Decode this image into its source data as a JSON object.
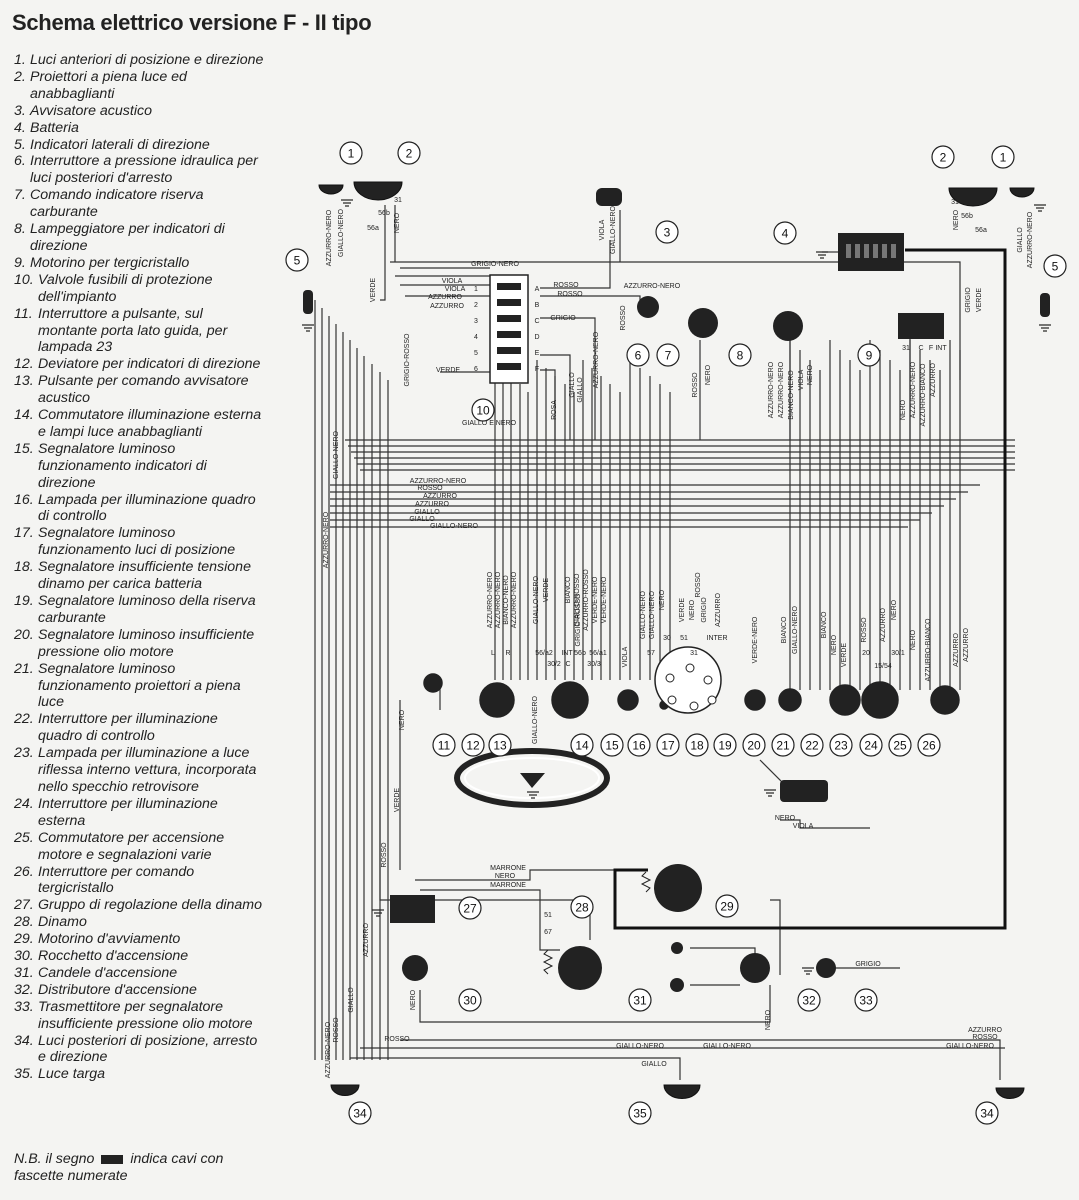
{
  "title": "Schema elettrico versione F - II tipo",
  "legend": [
    {
      "n": "1.",
      "t": "Luci anteriori di posizione e direzione"
    },
    {
      "n": "2.",
      "t": "Proiettori a piena luce ed anabbaglianti"
    },
    {
      "n": "3.",
      "t": "Avvisatore acustico"
    },
    {
      "n": "4.",
      "t": "Batteria"
    },
    {
      "n": "5.",
      "t": "Indicatori laterali di direzione"
    },
    {
      "n": "6.",
      "t": "Interruttore a pressione idraulica per luci posteriori d'arresto"
    },
    {
      "n": "7.",
      "t": "Comando indicatore riserva carburante"
    },
    {
      "n": "8.",
      "t": "Lampeggiatore per indicatori di direzione"
    },
    {
      "n": "9.",
      "t": "Motorino per tergicristallo"
    },
    {
      "n": "10.",
      "t": "Valvole fusibili di protezione dell'impianto"
    },
    {
      "n": "11.",
      "t": "Interruttore a pulsante, sul montante porta lato guida, per lampada 23"
    },
    {
      "n": "12.",
      "t": "Deviatore per indicatori di direzione"
    },
    {
      "n": "13.",
      "t": "Pulsante per comando avvisatore acustico"
    },
    {
      "n": "14.",
      "t": "Commutatore illuminazione esterna e lampi luce anabbaglianti"
    },
    {
      "n": "15.",
      "t": "Segnalatore luminoso funzionamento indicatori di direzione"
    },
    {
      "n": "16.",
      "t": "Lampada per illuminazione quadro di controllo"
    },
    {
      "n": "17.",
      "t": "Segnalatore luminoso funzionamento luci di posizione"
    },
    {
      "n": "18.",
      "t": "Segnalatore insufficiente tensione dinamo per carica batteria"
    },
    {
      "n": "19.",
      "t": "Segnalatore luminoso della riserva carburante"
    },
    {
      "n": "20.",
      "t": "Segnalatore luminoso insufficiente pressione olio motore"
    },
    {
      "n": "21.",
      "t": "Segnalatore luminoso funzionamento proiettori a piena luce"
    },
    {
      "n": "22.",
      "t": "Interruttore per illuminazione quadro di controllo"
    },
    {
      "n": "23.",
      "t": "Lampada per illuminazione a luce riflessa interno vettura, incorporata nello specchio retrovisore"
    },
    {
      "n": "24.",
      "t": "Interruttore per illuminazione esterna"
    },
    {
      "n": "25.",
      "t": "Commutatore per accensione motore e segnalazioni varie"
    },
    {
      "n": "26.",
      "t": "Interruttore per comando tergicristallo"
    },
    {
      "n": "27.",
      "t": "Gruppo di regolazione della dinamo"
    },
    {
      "n": "28.",
      "t": "Dinamo"
    },
    {
      "n": "29.",
      "t": "Motorino d'avviamento"
    },
    {
      "n": "30.",
      "t": "Rocchetto d'accensione"
    },
    {
      "n": "31.",
      "t": "Candele d'accensione"
    },
    {
      "n": "32.",
      "t": "Distributore d'accensione"
    },
    {
      "n": "33.",
      "t": "Trasmettitore per segnalatore insufficiente pressione olio motore"
    },
    {
      "n": "34.",
      "t": "Luci posteriori di posizione, arresto e direzione"
    },
    {
      "n": "35.",
      "t": "Luce targa"
    }
  ],
  "note": {
    "before": "N.B. il segno",
    "after": "indica cavi con fascette numerate"
  },
  "wire_labels": {
    "grigio_nero": "GRIGIO-NERO",
    "viola": "VIOLA",
    "azzurro": "AZZURRO",
    "rosso": "ROSSO",
    "grigio": "GRIGIO",
    "verde": "VERDE",
    "azzurro_nero": "AZZURRO-NERO",
    "giallo_nero": "GIALLO-NERO",
    "nero": "NERO",
    "marrone": "MARRONE",
    "giallo": "GIALLO",
    "giallo_e_nero": "GIALLO E NERO",
    "grigio_rosso": "GRIGIO-ROSSO",
    "bianco": "BIANCO",
    "rosa": "ROSA",
    "azzurro_bianco": "AZZURRO-BIANCO",
    "bianco_nero": "BIANCO-NERO",
    "verde_nero": "VERDE-NERO",
    "azzurro_rosso": "AZZURRO-ROSSO",
    "viola_nero": "VIOLA-NERO",
    "giallo_rosso": "GIALLO-ROSSO"
  },
  "terminals": {
    "t1": "1",
    "t2": "2",
    "t3": "3",
    "t4": "4",
    "t5": "5",
    "t6": "6",
    "ta": "A",
    "tb": "B",
    "tc": "C",
    "td": "D",
    "te": "E",
    "tf": "F",
    "t56a": "56a",
    "t56b": "56b",
    "t31": "31",
    "t56a2": "56/a2",
    "t56b2": "56b",
    "t56a1": "56/a1",
    "t30_2": "30/2",
    "t30_3": "30/3",
    "tint": "INT",
    "tl": "L",
    "tr": "R",
    "t51": "51",
    "t30": "30",
    "t57": "57",
    "tinter": "INTER",
    "t15_54": "15/54",
    "t30_1": "30/1",
    "t20": "20",
    "t67": "67",
    "tc1": "C",
    "tf1": "F"
  },
  "callouts": [
    "1",
    "2",
    "3",
    "4",
    "5",
    "6",
    "7",
    "8",
    "9",
    "10",
    "11",
    "12",
    "13",
    "14",
    "15",
    "16",
    "17",
    "18",
    "19",
    "20",
    "21",
    "22",
    "23",
    "24",
    "25",
    "26",
    "27",
    "28",
    "29",
    "30",
    "31",
    "32",
    "33",
    "34",
    "35"
  ]
}
